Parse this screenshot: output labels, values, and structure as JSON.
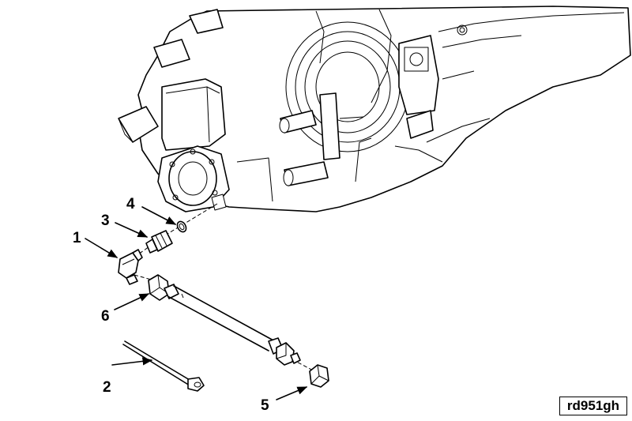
{
  "callouts": [
    {
      "id": "1",
      "text": "1"
    },
    {
      "id": "2",
      "text": "2"
    },
    {
      "id": "3",
      "text": "3"
    },
    {
      "id": "4",
      "text": "4"
    },
    {
      "id": "5",
      "text": "5"
    },
    {
      "id": "6",
      "text": "6"
    }
  ],
  "reference_code": "rd951gh"
}
